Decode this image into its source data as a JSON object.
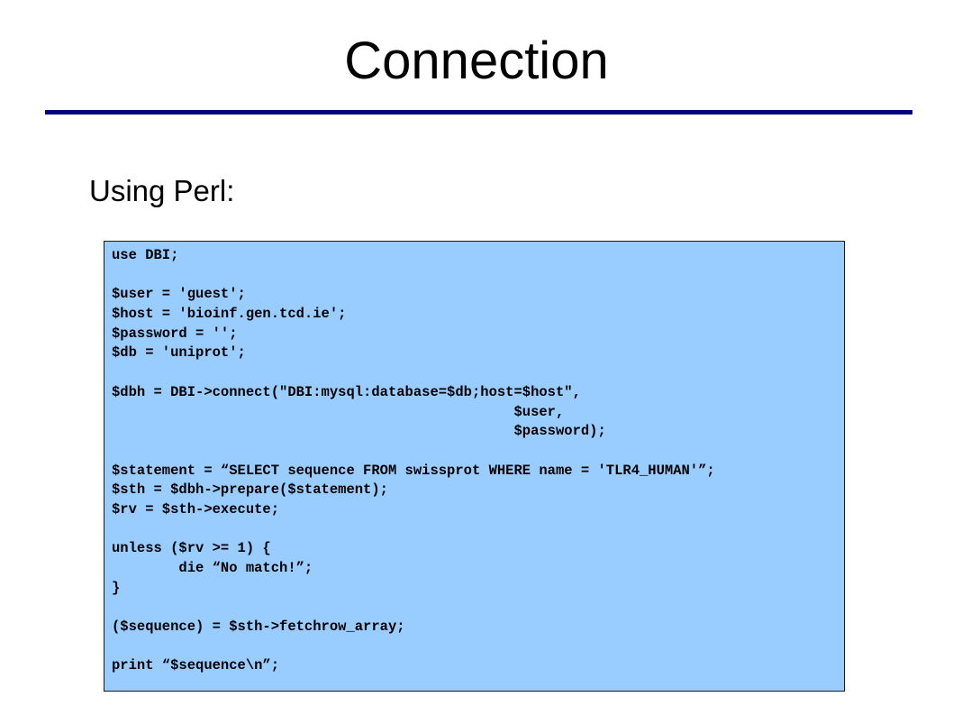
{
  "slide": {
    "title": "Connection",
    "subheading": "Using Perl:"
  },
  "code": {
    "language": "perl",
    "lines": [
      "use DBI;",
      "",
      "$user = 'guest';",
      "$host = 'bioinf.gen.tcd.ie';",
      "$password = '';",
      "$db = 'uniprot';",
      "",
      "$dbh = DBI->connect(\"DBI:mysql:database=$db;host=$host\",",
      "                                                $user,",
      "                                                $password);",
      "",
      "$statement = “SELECT sequence FROM swissprot WHERE name = 'TLR4_HUMAN'”;",
      "$sth = $dbh->prepare($statement);",
      "$rv = $sth->execute;",
      "",
      "unless ($rv >= 1) {",
      "        die “No match!”;",
      "}",
      "",
      "($sequence) = $sth->fetchrow_array;",
      "",
      "print “$sequence\\n”;"
    ]
  },
  "colors": {
    "rule": "#000080",
    "code_background": "#99ccff",
    "text": "#000000"
  }
}
